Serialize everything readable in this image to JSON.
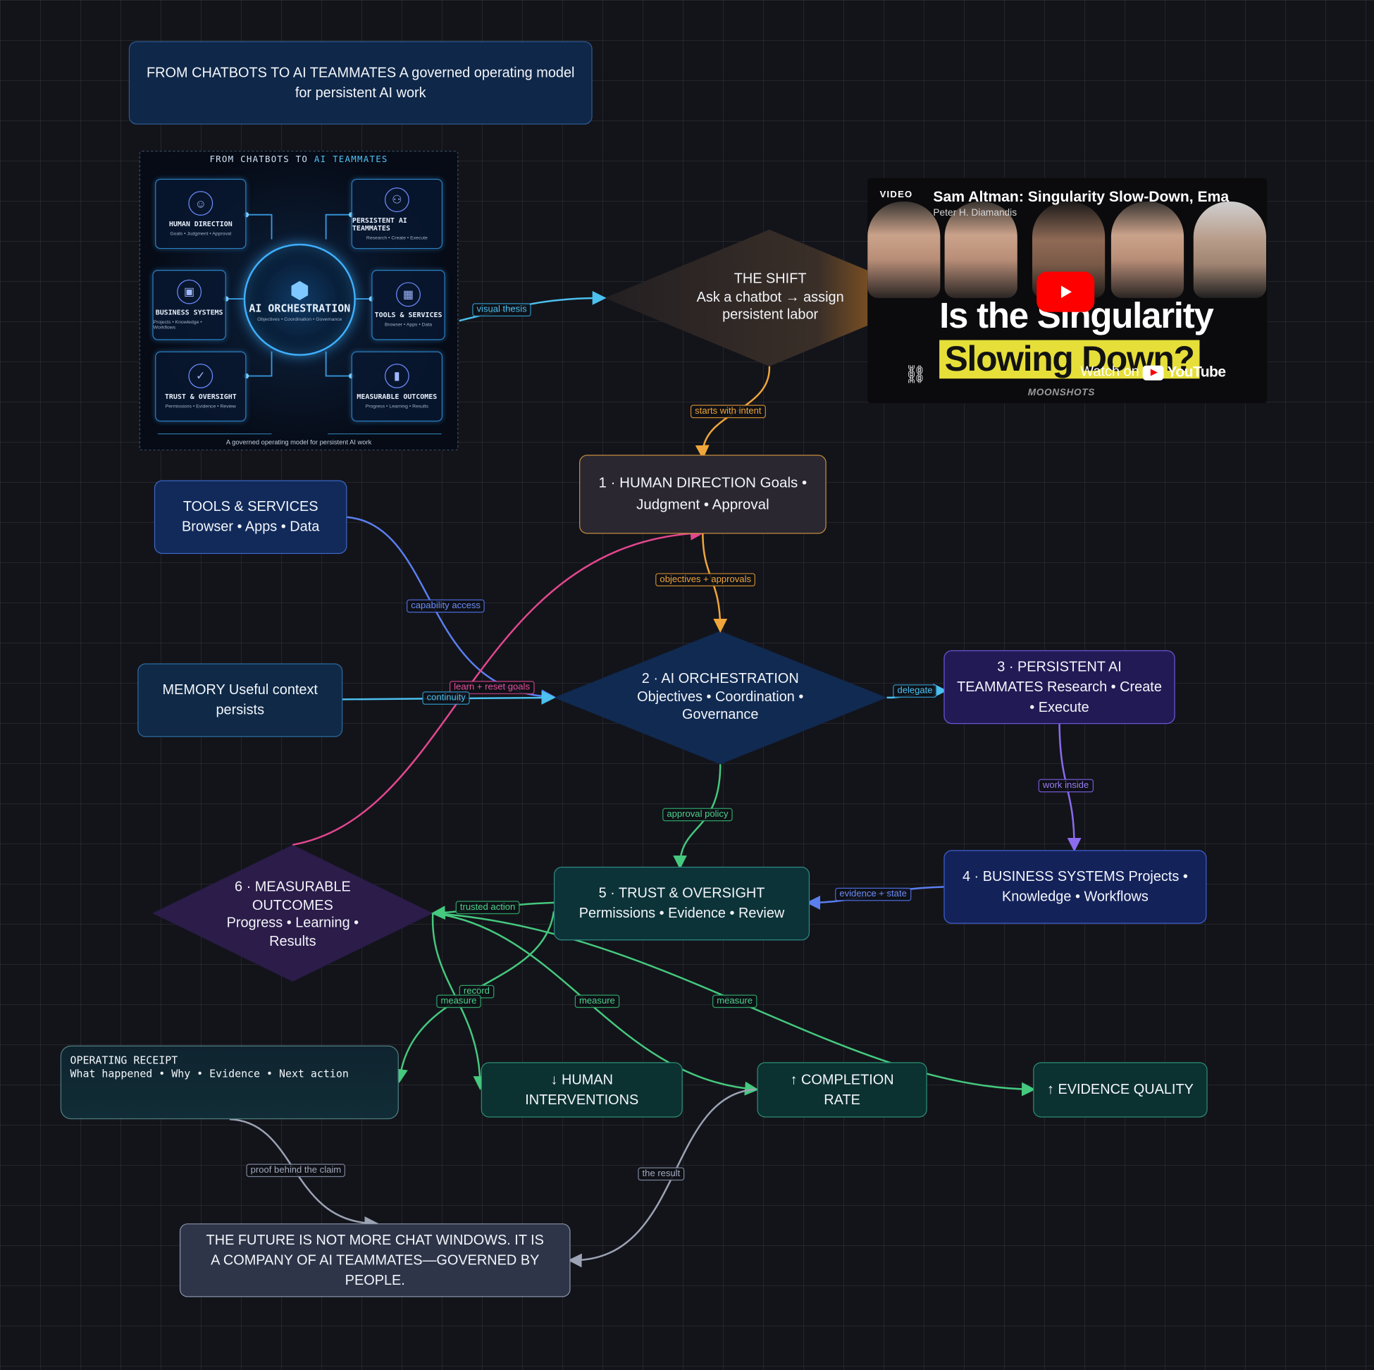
{
  "title_card": {
    "text": "FROM CHATBOTS TO AI TEAMMATES A governed operating model for persistent AI work"
  },
  "infographic": {
    "title_prefix": "FROM CHATBOTS TO",
    "title_accent": "AI TEAMMATES",
    "cards": [
      {
        "name": "HUMAN DIRECTION",
        "sub": "Goals • Judgment • Approval",
        "icon": "person-icon"
      },
      {
        "name": "PERSISTENT AI TEAMMATES",
        "sub": "Research • Create • Execute",
        "icon": "team-icon"
      },
      {
        "name": "BUSINESS SYSTEMS",
        "sub": "Projects • Knowledge • Workflows",
        "icon": "briefcase-icon"
      },
      {
        "name": "TOOLS & SERVICES",
        "sub": "Browser • Apps • Data",
        "icon": "grid-icon"
      },
      {
        "name": "TRUST & OVERSIGHT",
        "sub": "Permissions • Evidence • Review",
        "icon": "shield-icon"
      },
      {
        "name": "MEASURABLE OUTCOMES",
        "sub": "Progress • Learning • Results",
        "icon": "chart-icon"
      }
    ],
    "core": {
      "name": "AI ORCHESTRATION",
      "sub": "Objectives • Coordination • Governance",
      "icon": "network-icon"
    },
    "footer": "A governed operating model for persistent AI work"
  },
  "video": {
    "tag": "VIDEO",
    "title": "Sam Altman: Singularity Slow-Down, Ema",
    "channel": "Peter H. Diamandis",
    "headline_1": "Is the Singularity",
    "headline_2": "Slowing Down?",
    "watch_label": "Watch on",
    "platform": "YouTube",
    "brand": "MOONSHOTS",
    "icons": {
      "play": "play-icon",
      "link": "link-icon"
    }
  },
  "nodes": {
    "shift": {
      "line1": "THE SHIFT",
      "line2": "Ask a chatbot → assign persistent labor"
    },
    "human": "1 · HUMAN DIRECTION Goals • Judgment • Approval",
    "tools": "TOOLS & SERVICES Browser • Apps • Data",
    "memory": "MEMORY Useful context persists",
    "orchestration": "2 · AI ORCHESTRATION Objectives • Coordination • Governance",
    "teammates": "3 · PERSISTENT AI TEAMMATES Research • Create • Execute",
    "business": "4 · BUSINESS SYSTEMS Projects • Knowledge • Workflows",
    "trust": "5 · TRUST & OVERSIGHT Permissions • Evidence • Review",
    "outcomes": "6 · MEASURABLE OUTCOMES Progress • Learning • Results",
    "receipt": {
      "title": "OPERATING RECEIPT",
      "body": "What happened • Why • Evidence • Next action"
    },
    "interventions": "↓ HUMAN INTERVENTIONS",
    "completion": "↑ COMPLETION RATE",
    "evidence": "↑ EVIDENCE QUALITY",
    "future": "THE FUTURE IS NOT MORE CHAT WINDOWS. IT IS A COMPANY OF AI TEAMMATES—GOVERNED BY PEOPLE."
  },
  "edge_labels": {
    "visual_thesis": "visual thesis",
    "starts_with_intent": "starts with intent",
    "objectives_approvals": "objectives + approvals",
    "capability_access": "capability access",
    "learn_reset_goals": "learn + reset goals",
    "continuity": "continuity",
    "delegate": "delegate",
    "work_inside": "work inside",
    "approval_policy": "approval policy",
    "evidence_state": "evidence + state",
    "trusted_action": "trusted action",
    "record": "record",
    "measure_1": "measure",
    "measure_2": "measure",
    "measure_3": "measure",
    "proof": "proof behind the claim",
    "the_result": "the result"
  },
  "colors": {
    "amber": "#f0a63a",
    "cyan": "#4cc0ee",
    "blue": "#5b7ff0",
    "pink": "#e3478f",
    "purple": "#8b6cf0",
    "green": "#45c97e",
    "gray": "#9ca3b4"
  }
}
